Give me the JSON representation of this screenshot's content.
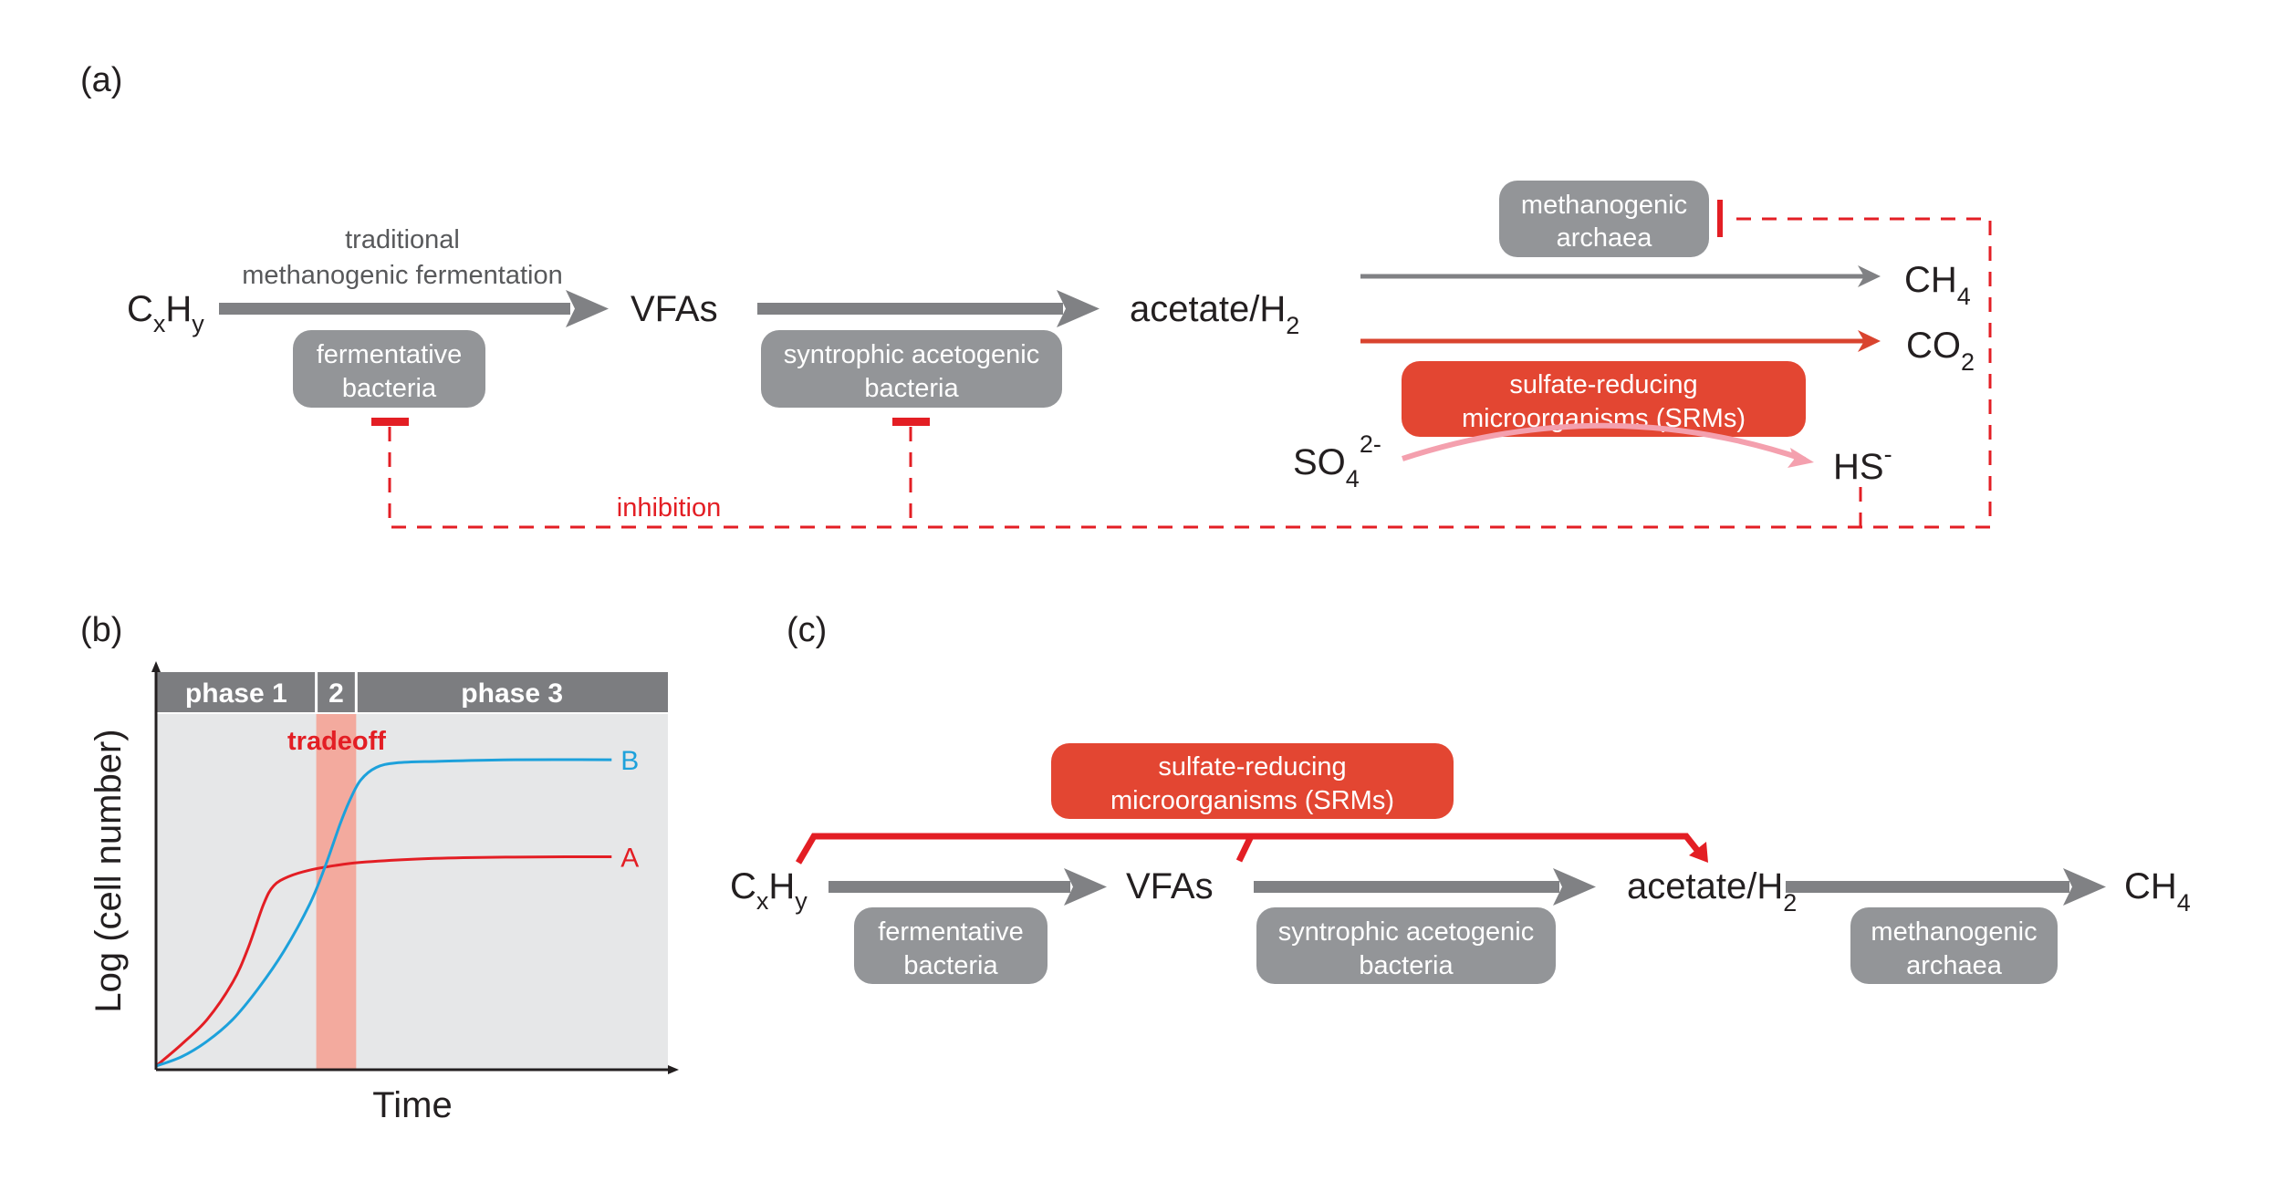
{
  "colors": {
    "gray_arrow": "#808184",
    "gray_box": "#939598",
    "srm_red": "#e34632",
    "inhibition_red": "#e31e24",
    "pink_arrow": "#f4a0ae",
    "text_dark": "#231f20",
    "note_gray": "#58595b",
    "header_gray": "#7c7d80",
    "plot_bg": "#e6e7e8",
    "tradeoff_band": "#f3aa9e",
    "series_a": "#e31e24",
    "series_b": "#1da1db"
  },
  "panel_a": {
    "label": "(a)",
    "note_line1": "traditional",
    "note_line2": "methanogenic fermentation",
    "substrate": {
      "main1": "C",
      "sub1": "x",
      "main2": "H",
      "sub2": "y"
    },
    "vfas": "VFAs",
    "acetate": {
      "main": "acetate/H",
      "sub": "2"
    },
    "ch4": {
      "main": "CH",
      "sub": "4"
    },
    "co2": {
      "main": "CO",
      "sub": "2"
    },
    "so4": {
      "main": "SO",
      "sub": "4",
      "sup": "2-"
    },
    "hs": {
      "main": "HS",
      "sup": "-"
    },
    "boxes": {
      "fermentative": [
        "fermentative",
        "bacteria"
      ],
      "syntrophic": [
        "syntrophic acetogenic",
        "bacteria"
      ],
      "methanogenic": [
        "methanogenic",
        "archaea"
      ],
      "srm": [
        "sulfate-reducing",
        "microorganisms (SRMs)"
      ]
    },
    "inhibition_label": "inhibition"
  },
  "panel_b": {
    "label": "(b)"
  },
  "panel_c": {
    "label": "(c)",
    "substrate": {
      "main1": "C",
      "sub1": "x",
      "main2": "H",
      "sub2": "y"
    },
    "vfas": "VFAs",
    "acetate": {
      "main": "acetate/H",
      "sub": "2"
    },
    "ch4": {
      "main": "CH",
      "sub": "4"
    },
    "boxes": {
      "fermentative": [
        "fermentative",
        "bacteria"
      ],
      "syntrophic": [
        "syntrophic acetogenic",
        "bacteria"
      ],
      "methanogenic": [
        "methanogenic",
        "archaea"
      ],
      "srm": [
        "sulfate-reducing",
        "microorganisms (SRMs)"
      ]
    }
  },
  "chart_data": {
    "type": "line",
    "title": "",
    "xlabel": "Time",
    "ylabel": "Log (cell number)",
    "xlim": [
      0,
      1
    ],
    "ylim": [
      0,
      1
    ],
    "grid": false,
    "phases": [
      {
        "label": "phase 1",
        "start": 0.0,
        "end": 0.313
      },
      {
        "label": "2",
        "start": 0.313,
        "end": 0.391
      },
      {
        "label": "phase 3",
        "start": 0.391,
        "end": 1.0
      }
    ],
    "highlight": {
      "label": "tradeoff",
      "start": 0.313,
      "end": 0.391
    },
    "series": [
      {
        "name": "A",
        "x": [
          0.0,
          0.05,
          0.1,
          0.15,
          0.18,
          0.21,
          0.23,
          0.26,
          0.3,
          0.35,
          0.4,
          0.5,
          0.6,
          0.7,
          0.8,
          0.89
        ],
        "y": [
          0.0,
          0.07,
          0.15,
          0.27,
          0.38,
          0.52,
          0.58,
          0.61,
          0.63,
          0.645,
          0.655,
          0.665,
          0.67,
          0.672,
          0.673,
          0.673
        ]
      },
      {
        "name": "B",
        "x": [
          0.0,
          0.05,
          0.1,
          0.15,
          0.2,
          0.25,
          0.3,
          0.33,
          0.36,
          0.38,
          0.4,
          0.43,
          0.47,
          0.55,
          0.7,
          0.89
        ],
        "y": [
          0.0,
          0.03,
          0.08,
          0.15,
          0.25,
          0.37,
          0.52,
          0.64,
          0.78,
          0.86,
          0.92,
          0.96,
          0.975,
          0.98,
          0.985,
          0.985
        ]
      }
    ]
  }
}
